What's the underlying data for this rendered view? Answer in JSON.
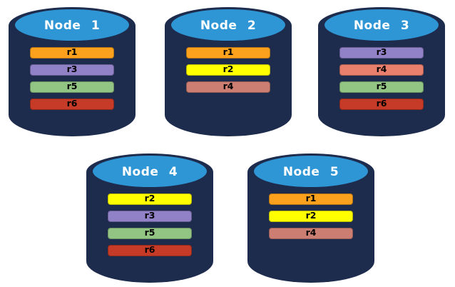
{
  "diagram": {
    "nodes": [
      {
        "label": "Node 1",
        "replicas": [
          {
            "name": "r1",
            "color": "#FBA11D"
          },
          {
            "name": "r3",
            "color": "#9182C8"
          },
          {
            "name": "r5",
            "color": "#92C483"
          },
          {
            "name": "r6",
            "color": "#C53B27"
          }
        ]
      },
      {
        "label": "Node 2",
        "replicas": [
          {
            "name": "r1",
            "color": "#FBA11D"
          },
          {
            "name": "r2",
            "color": "#FFFF00"
          },
          {
            "name": "r4",
            "color": "#CC7E72"
          }
        ]
      },
      {
        "label": "Node 3",
        "replicas": [
          {
            "name": "r3",
            "color": "#9182C8"
          },
          {
            "name": "r4",
            "color": "#E8806D"
          },
          {
            "name": "r5",
            "color": "#92C483"
          },
          {
            "name": "r6",
            "color": "#C53B27"
          }
        ]
      },
      {
        "label": "Node 4",
        "replicas": [
          {
            "name": "r2",
            "color": "#FFFF00"
          },
          {
            "name": "r3",
            "color": "#9182C8"
          },
          {
            "name": "r5",
            "color": "#92C483"
          },
          {
            "name": "r6",
            "color": "#C53B27"
          }
        ]
      },
      {
        "label": "Node 5",
        "replicas": [
          {
            "name": "r1",
            "color": "#FBA11D"
          },
          {
            "name": "r2",
            "color": "#FFFF00"
          },
          {
            "name": "r4",
            "color": "#CC7E72"
          }
        ]
      }
    ],
    "colors": {
      "cylinder_body": "#1D2B4D",
      "cylinder_top": "#2F96D5",
      "node_label_text": "#FFFFFF",
      "replica_label_text": "#000000",
      "background": "#FFFFFF"
    }
  }
}
